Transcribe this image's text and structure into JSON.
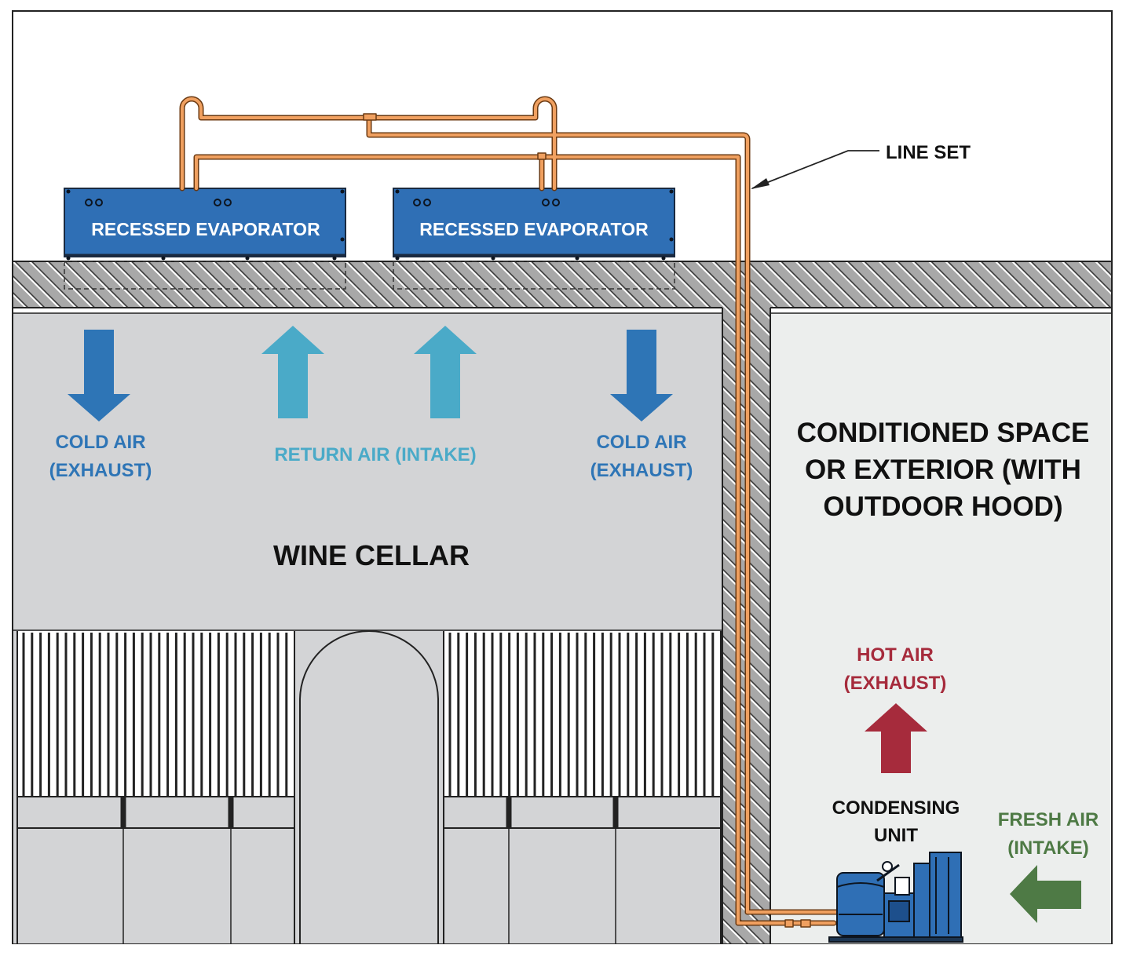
{
  "labels": {
    "line_set": "LINE SET",
    "evaporator_1": "RECESSED EVAPORATOR",
    "evaporator_2": "RECESSED EVAPORATOR",
    "cold_air_left_1": "COLD AIR",
    "cold_air_left_2": "(EXHAUST)",
    "return_air": "RETURN AIR (INTAKE)",
    "cold_air_right_1": "COLD AIR",
    "cold_air_right_2": "(EXHAUST)",
    "wine_cellar": "WINE CELLAR",
    "conditioned_1": "CONDITIONED SPACE",
    "conditioned_2": "OR EXTERIOR (WITH",
    "conditioned_3": "OUTDOOR HOOD)",
    "hot_air_1": "HOT AIR",
    "hot_air_2": "(EXHAUST)",
    "condensing_1": "CONDENSING",
    "condensing_2": "UNIT",
    "fresh_air_1": "FRESH AIR",
    "fresh_air_2": "(INTAKE)"
  },
  "colors": {
    "evaporator_blue": "#2f6fb5",
    "cold_air_blue": "#2e75b6",
    "return_air_cyan": "#4aaac8",
    "hot_air_red": "#a62b3c",
    "fresh_air_green": "#4e7a45",
    "line_set_copper": "#e0904c",
    "cellar_gray": "#d3d4d6",
    "conditioned_gray": "#eceeed",
    "hatch_gray": "#a8a8a8",
    "label_black": "#111111"
  },
  "icons": {
    "cold_air": "arrow-down-icon",
    "return_air": "arrow-up-icon",
    "hot_air": "arrow-up-icon",
    "fresh_air": "arrow-left-icon",
    "condensing_unit": "condensing-unit-icon"
  }
}
